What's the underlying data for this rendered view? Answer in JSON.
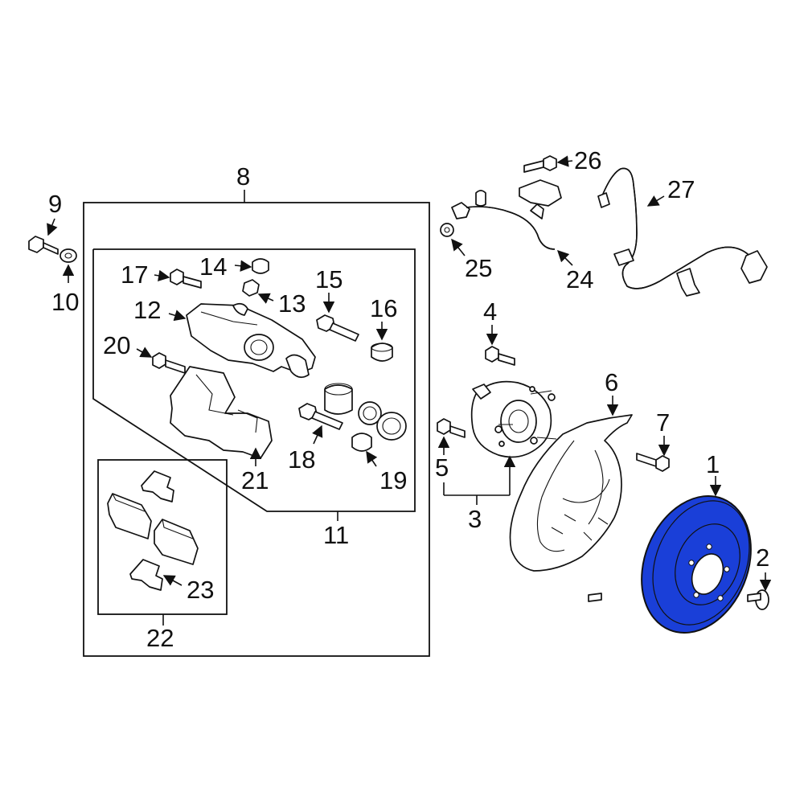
{
  "diagram": {
    "callouts": [
      "1",
      "2",
      "3",
      "4",
      "5",
      "6",
      "7",
      "8",
      "9",
      "10",
      "11",
      "12",
      "13",
      "14",
      "15",
      "16",
      "17",
      "18",
      "19",
      "20",
      "21",
      "22",
      "23",
      "24",
      "25",
      "26",
      "27"
    ],
    "colors": {
      "line": "#111111",
      "highlight_fill": "#1a3fd8",
      "background": "#ffffff"
    },
    "highlighted_part": "1"
  }
}
